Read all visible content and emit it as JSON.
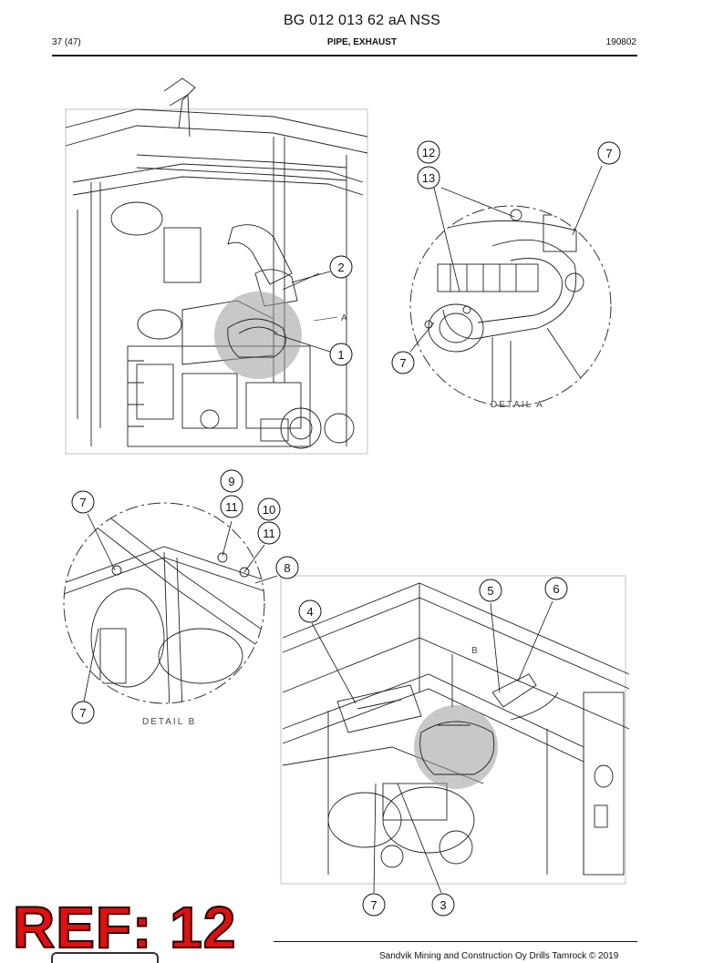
{
  "header": {
    "doc_id": "BG 012 013 62 aA NSS",
    "page": "37 (47)",
    "section_title": "PIPE, EXHAUST",
    "date": "190802"
  },
  "detail_labels": {
    "detail_a": "DETAIL A",
    "detail_b": "DETAIL B",
    "view_a": "A",
    "view_b": "B"
  },
  "callouts": {
    "c1": "1",
    "c2": "2",
    "c3": "3",
    "c4": "4",
    "c5": "5",
    "c6": "6",
    "c7a": "7",
    "c7b": "7",
    "c7c": "7",
    "c7d": "7",
    "c7e": "7",
    "c8": "8",
    "c9": "9",
    "c10": "10",
    "c11a": "11",
    "c11b": "11",
    "c12": "12",
    "c13": "13"
  },
  "footer": {
    "copyright": "Sandvik Mining and Construction Oy Drills Tamrock © 2019",
    "ref_stamp": "REF: 12"
  }
}
